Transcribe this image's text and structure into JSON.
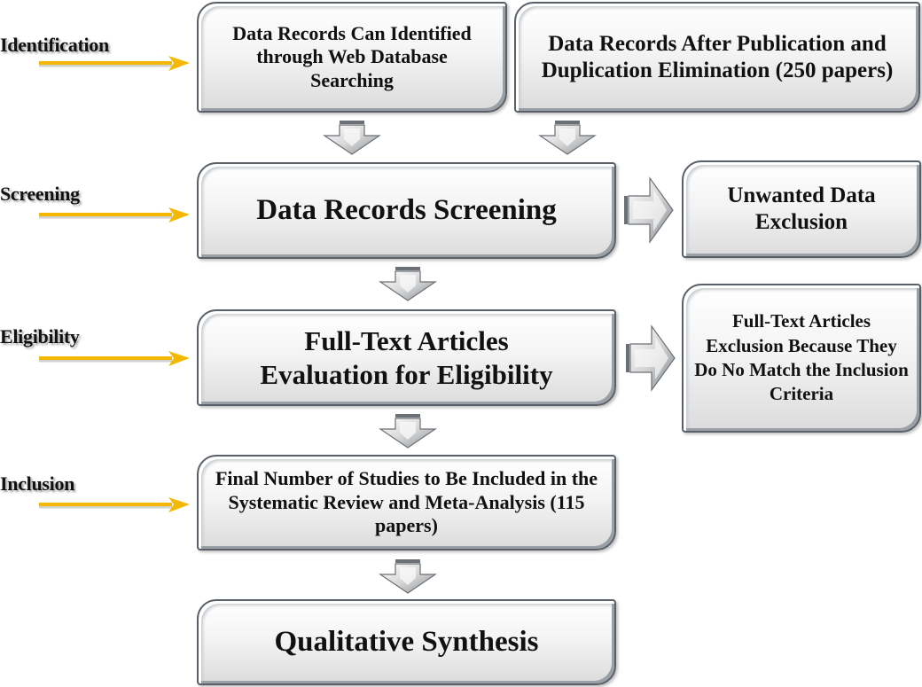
{
  "stages": [
    {
      "id": "identification",
      "label": "Identification"
    },
    {
      "id": "screening",
      "label": "Screening"
    },
    {
      "id": "eligibility",
      "label": "Eligibility"
    },
    {
      "id": "inclusion",
      "label": "Inclusion"
    }
  ],
  "boxes": {
    "identified": {
      "text": "Data Records Can Identified through Web Database Searching"
    },
    "after_elimination": {
      "text": "Data Records After Publication and Duplication Elimination (250 papers)"
    },
    "screening": {
      "text": "Data Records Screening"
    },
    "unwanted_exclusion": {
      "text": "Unwanted Data Exclusion"
    },
    "eligibility": {
      "text": "Full-Text Articles Evaluation for Eligibility"
    },
    "fulltext_exclusion": {
      "text": "Full-Text Articles Exclusion Because They Do No Match the Inclusion Criteria"
    },
    "final_included": {
      "text": "Final Number of Studies to Be Included in the Systematic Review and Meta-Analysis (115 papers)"
    },
    "qualitative": {
      "text": "Qualitative Synthesis"
    }
  },
  "colors": {
    "stage_arrow": "#f5b800",
    "box_border": "#5a6068",
    "text": "#111111"
  }
}
